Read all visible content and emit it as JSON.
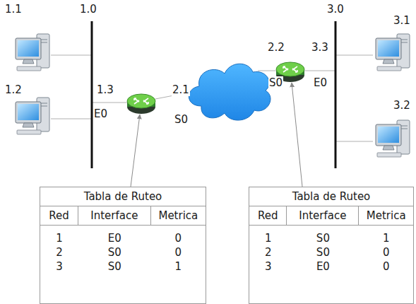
{
  "diagram": {
    "nodes": [
      {
        "text": [
          "Tabla de Ruteo",
          "Red",
          "Interface",
          "Metrica",
          "1",
          "E0",
          "0",
          "2",
          "S0",
          "0",
          "3",
          "S0",
          "1"
        ]
      },
      {
        "text": [
          "Tabla de Ruteo",
          "Red",
          "Interface",
          "Metrica",
          "1",
          "S0",
          "1",
          "2",
          "S0",
          "0",
          "3",
          "E0",
          "0"
        ]
      }
    ],
    "labels": [
      "1.1",
      "1.0",
      "1.2",
      "1.3",
      "E0",
      "2.1",
      "S0",
      "2.2",
      "S0",
      "3.3",
      "E0",
      "3.0",
      "3.1",
      "3.2"
    ]
  }
}
